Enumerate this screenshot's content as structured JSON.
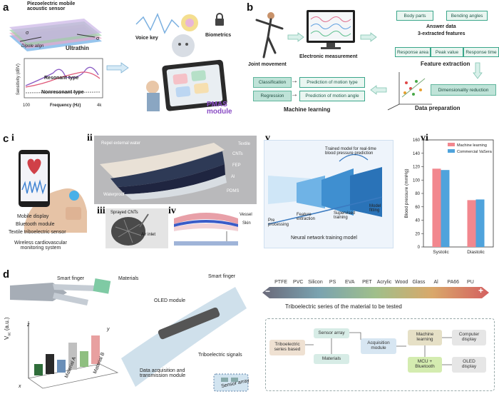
{
  "panel_a": {
    "label": "a",
    "sensor_title": "Piezoelectric mobile\nacoustic sensor",
    "dipole": "Dipole align",
    "ultrathin": "Ultrathin",
    "sigma": "σ",
    "y_label": "Sensitivity (dBV)",
    "x_label": "Frequency (Hz)",
    "x_min": "100",
    "x_max": "4k",
    "resonant": "Resonant type",
    "nonresonant": "Nonresonant type",
    "voice_key": "Voice key",
    "biometrics": "Biometrics",
    "pmas": "PMAS\nmodule"
  },
  "panel_b": {
    "label": "b",
    "joint": "Joint movement",
    "electronic": "Electronic measurement",
    "body_parts": "Body parts",
    "bending": "Bending angles",
    "answer": "Answer data",
    "three_features": "3-extracted features",
    "response_area": "Response area",
    "peak_value": "Peak value",
    "response_time": "Response time",
    "feature_extraction": "Feature extraction",
    "classification": "Classification",
    "regression": "Regression",
    "pred_type": "Prediction of motion type",
    "pred_angle": "Prediction of motion angle",
    "ml": "Machine learning",
    "dim_red": "Dimensionality reduction",
    "data_prep": "Data preparation"
  },
  "panel_c": {
    "label": "c",
    "i": "i",
    "ii": "ii",
    "iii": "iii",
    "iv": "iv",
    "v": "v",
    "vi": "vi",
    "mobile_display": "Mobile display",
    "bluetooth": "Bluetooth module",
    "textile_sensor": "Textile triboelectric sensor",
    "wireless": "Wireless cardiovascular\nmonitoring system",
    "repel": "Repel external water",
    "waterproof": "Waterproof",
    "layer_textile": "Textile",
    "layer_cnts": "CNTs",
    "layer_fep": "FEP",
    "layer_al": "Al",
    "layer_pdms": "PDMS",
    "sprayed": "Sprayed CNTs",
    "air_inlet": "Air inlet",
    "vessel": "Vessel",
    "skin": "Skin",
    "trained": "Trained model for real-time\nblood pressure prediction",
    "pre": "Pre\nprocessing",
    "feature": "Feature\nextraction",
    "supervised": "Supervised\ntraining",
    "model_fit": "Model\nfitting",
    "nn_model": "Neural network training model"
  },
  "panel_d": {
    "label": "d",
    "smart_finger": "Smart finger",
    "materials": "Materials",
    "smart_finger2": "Smart finger",
    "oled_module": "OLED module",
    "tribo_signals": "Triboelectric signals",
    "daq": "Data acquisition and\ntransmission module",
    "sensor_array": "Sensor array",
    "v_axis": "V",
    "v_sub": "oc",
    "v_unit": "(a.u.)",
    "mat_a": "Material A",
    "mat_b": "Material B",
    "ax_x": "x",
    "ax_y": "y",
    "ax_z": "z",
    "series_title": "Triboelectric series of the material to be tested",
    "minus": "−",
    "plus": "+",
    "materials_list": [
      "PTFE",
      "PVC",
      "Silicon",
      "PS",
      "EVA",
      "PET",
      "Acrylic",
      "Wood",
      "Glass",
      "Al",
      "PA66",
      "PU"
    ],
    "flow_tribo": "Triboelectric\nseries based",
    "flow_sensor": "Sensor array",
    "flow_materials": "Materials",
    "flow_acq": "Acquisition\nmodule",
    "flow_ml": "Machine\nlearning",
    "flow_mcu": "MCU +\nBluetooth",
    "flow_comp": "Computer\ndisplay",
    "flow_oled": "OLED\ndisplay"
  },
  "colors": {
    "accent_teal": "#3aa68a",
    "pink_series": "#f2878e",
    "blue_series": "#4fa3dc"
  },
  "chart_data": {
    "type": "bar",
    "categories": [
      "Systolic",
      "Diastolic"
    ],
    "series": [
      {
        "name": "Machine learning",
        "values": [
          117,
          70
        ],
        "color": "#f2878e"
      },
      {
        "name": "Commercial VaSera",
        "values": [
          115,
          71
        ],
        "color": "#4fa3dc"
      }
    ],
    "ylabel": "Blood pressure (mmHg)",
    "ylim": [
      0,
      160
    ],
    "yticks": [
      0,
      20,
      40,
      60,
      80,
      100,
      120,
      140,
      160
    ],
    "legend": "top-right"
  }
}
